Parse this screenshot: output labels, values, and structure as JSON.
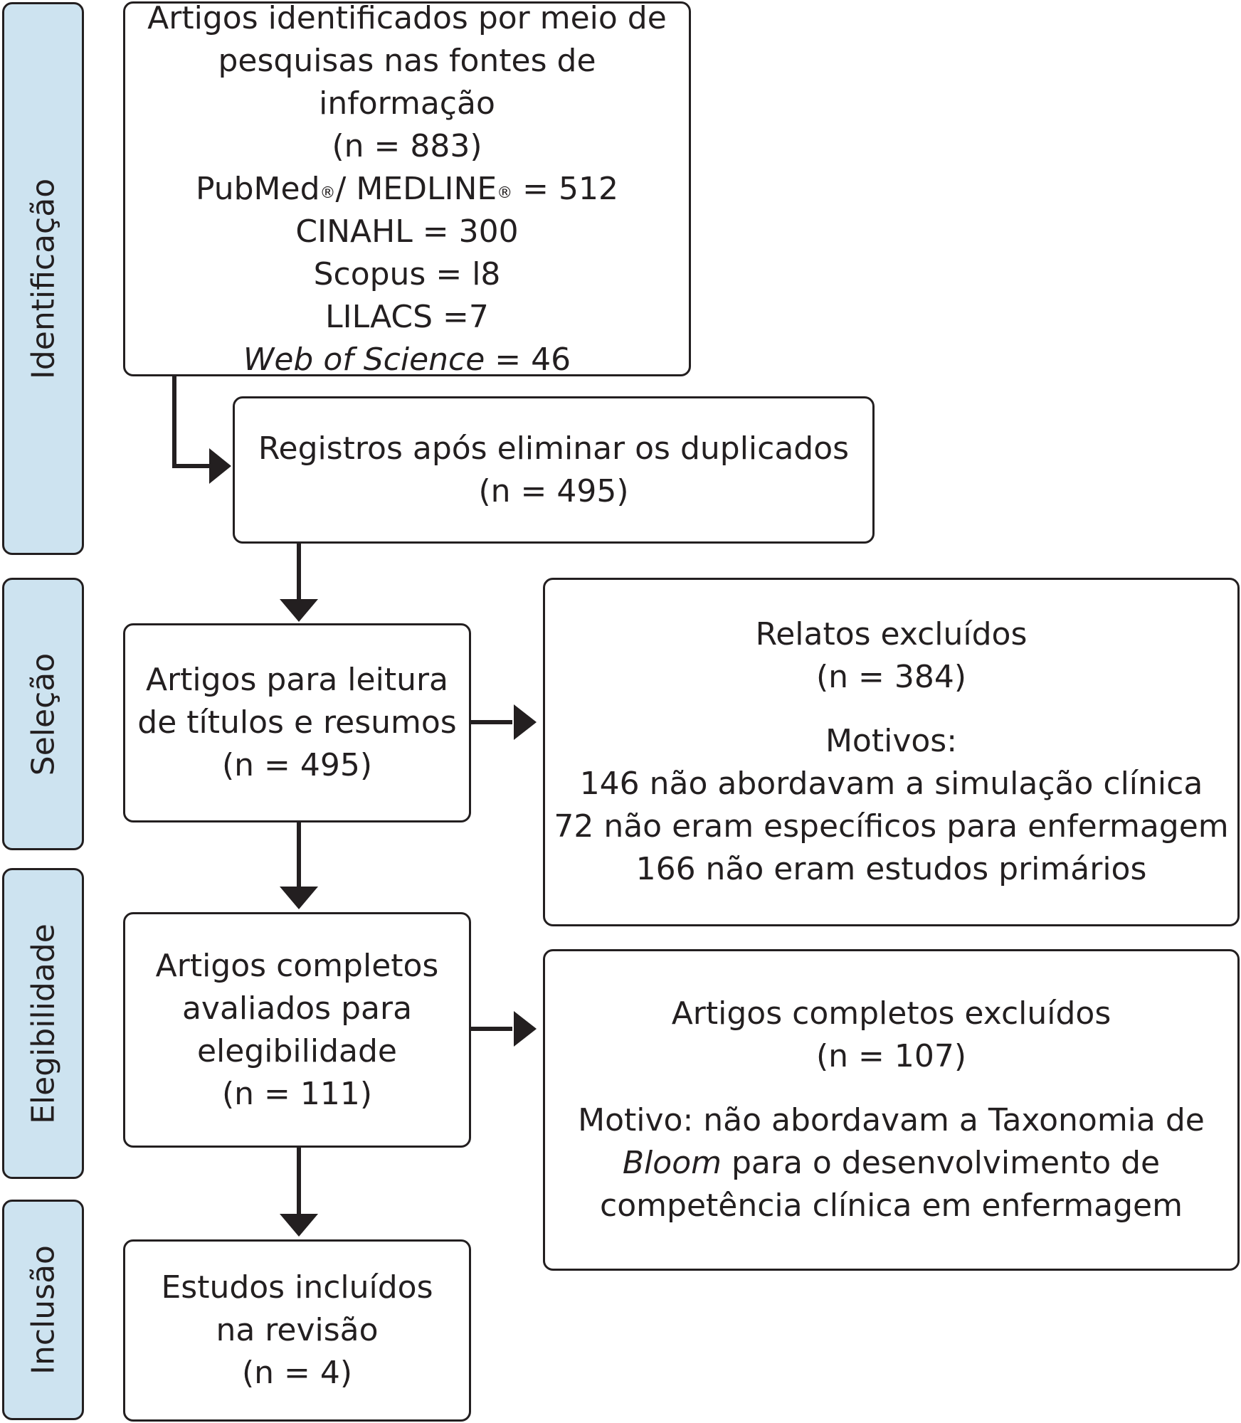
{
  "stages": {
    "identificacao": "Identificação",
    "selecao": "Seleção",
    "elegibilidade": "Elegibilidade",
    "inclusao": "Inclusão"
  },
  "identified_box": {
    "line1": "Artigos identificados por meio de",
    "line2": "pesquisas nas fontes de informação",
    "count": "(n = 883)",
    "pubmed": "PubMed",
    "reg_mark": "®",
    "slash_medline": "/ MEDLINE",
    "pubmed_value": " = 512",
    "cinahl": "CINAHL = 300",
    "scopus": "Scopus =  l8",
    "lilacs": "LILACS =7",
    "wos_name": "Web of Science",
    "wos_value": " = 46"
  },
  "dedup_box": {
    "line1": "Registros após eliminar os duplicados",
    "count": "(n = 495)"
  },
  "screening_box": {
    "line1": "Artigos para leitura",
    "line2": "de títulos e resumos",
    "count": "(n = 495)"
  },
  "excluded_reports_box": {
    "title": "Relatos excluídos",
    "count": "(n = 384)",
    "reasons_label": "Motivos:",
    "reasons": [
      "146 não abordavam a simulação clínica",
      "72 não eram específicos para enfermagem",
      "166 não eram estudos primários"
    ]
  },
  "eligibility_box": {
    "line1": "Artigos completos",
    "line2": "avaliados para",
    "line3": "elegibilidade",
    "count": "(n = 111)"
  },
  "excluded_full_box": {
    "title": "Artigos completos excluídos",
    "count": "(n = 107)",
    "reason_line1": "Motivo: não abordavam a Taxonomia de",
    "reason_bloom": "Bloom",
    "reason_line2_rest": " para o desenvolvimento de",
    "reason_line3": "competência clínica em enfermagem"
  },
  "included_box": {
    "line1": "Estudos incluídos",
    "line2": "na revisão",
    "count": "(n = 4)"
  }
}
